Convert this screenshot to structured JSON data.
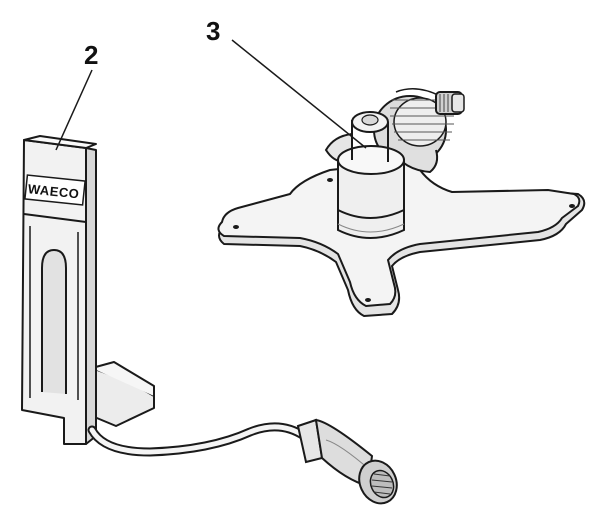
{
  "callouts": {
    "part_2": "2",
    "part_3": "3"
  },
  "device": {
    "logo_text": "WAECO"
  },
  "colors": {
    "line": "#1a1a1a",
    "fill_light": "#e8e8e8",
    "fill_mid": "#d4d4d4",
    "background": "#ffffff"
  },
  "icons": {
    "camera_holder": "camera-holder-illustration",
    "mount_plate": "mounting-plate-illustration",
    "microphone": "microphone-head-illustration"
  }
}
